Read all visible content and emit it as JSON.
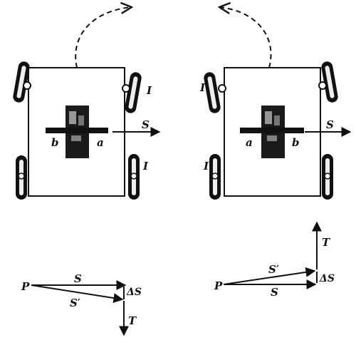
{
  "left_cart": {
    "wheel_label": "I",
    "wheel_label_lower": "I",
    "axle_end_left": "b",
    "axle_end_right": "a",
    "vector_label": "S"
  },
  "right_cart": {
    "wheel_label": "I",
    "wheel_label_lower": "I",
    "axle_end_left": "a",
    "axle_end_right": "b",
    "vector_label": "S"
  },
  "left_vector_diagram": {
    "point_label": "P",
    "s_label": "S",
    "s_prime_label": "S′",
    "delta_label": "ΔS",
    "t_label": "T"
  },
  "right_vector_diagram": {
    "point_label": "P",
    "s_label": "S",
    "s_prime_label": "S′",
    "delta_label": "ΔS",
    "t_label": "T"
  },
  "colors": {
    "ink": "#111111",
    "paper": "#ffffff",
    "core": "#1a1a1a"
  }
}
